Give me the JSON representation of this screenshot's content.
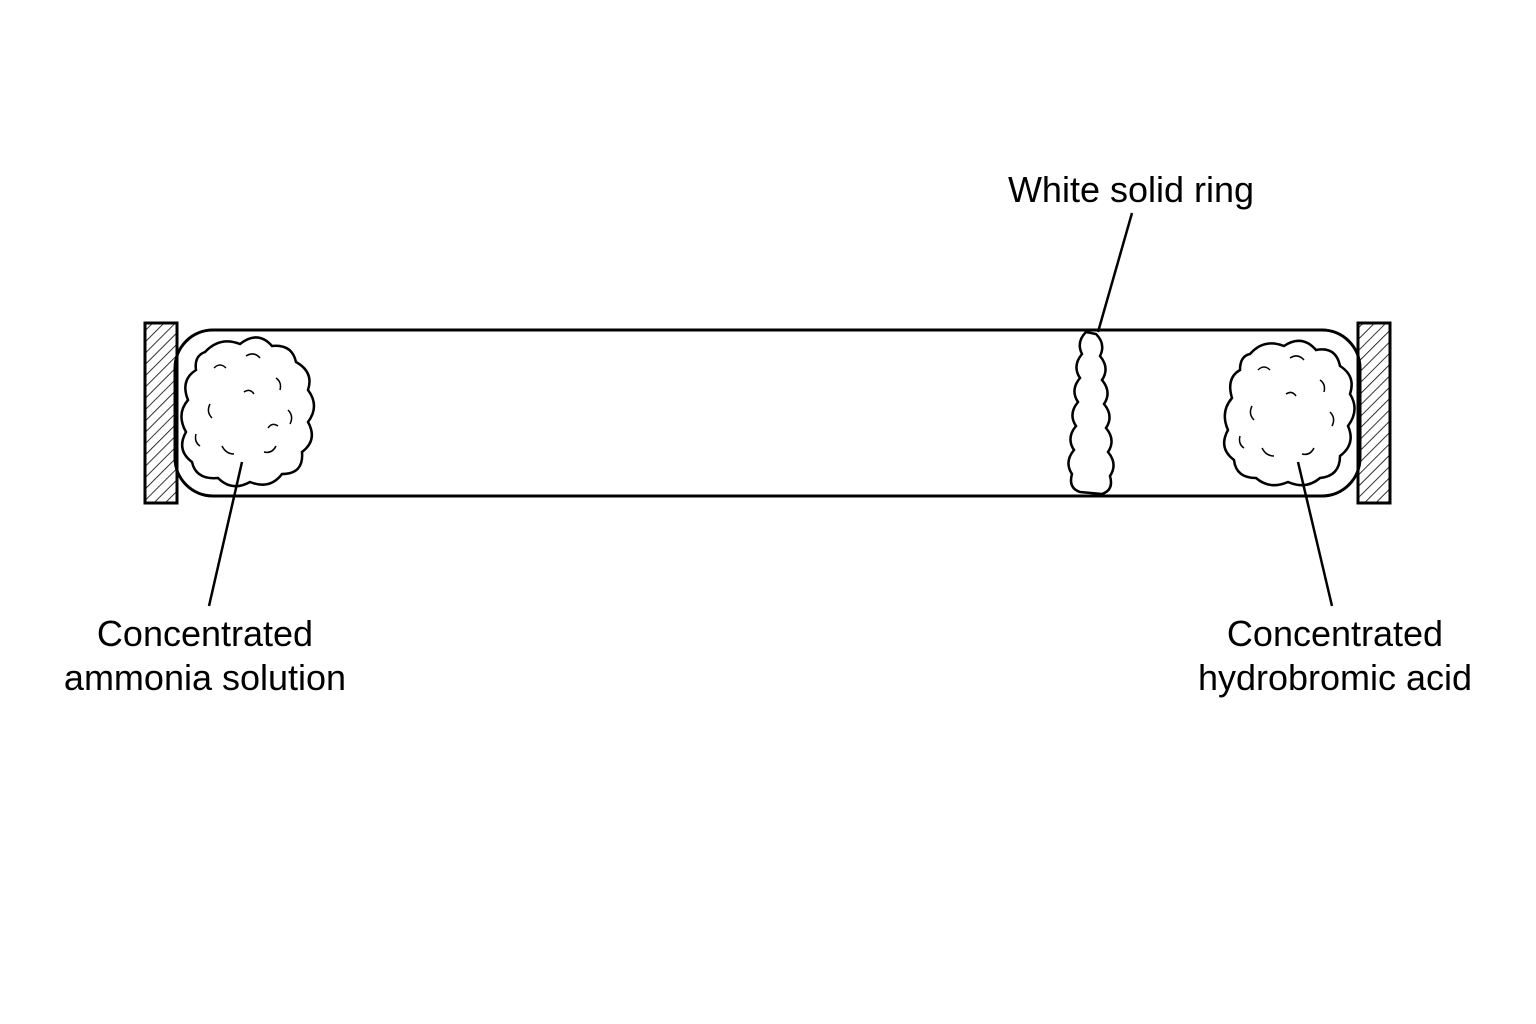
{
  "labels": {
    "ring": "White solid ring",
    "left_line1": "Concentrated",
    "left_line2": "ammonia solution",
    "right_line1": "Concentrated",
    "right_line2": "hydrobromic acid"
  },
  "colors": {
    "stroke": "#000000",
    "background": "#ffffff"
  }
}
